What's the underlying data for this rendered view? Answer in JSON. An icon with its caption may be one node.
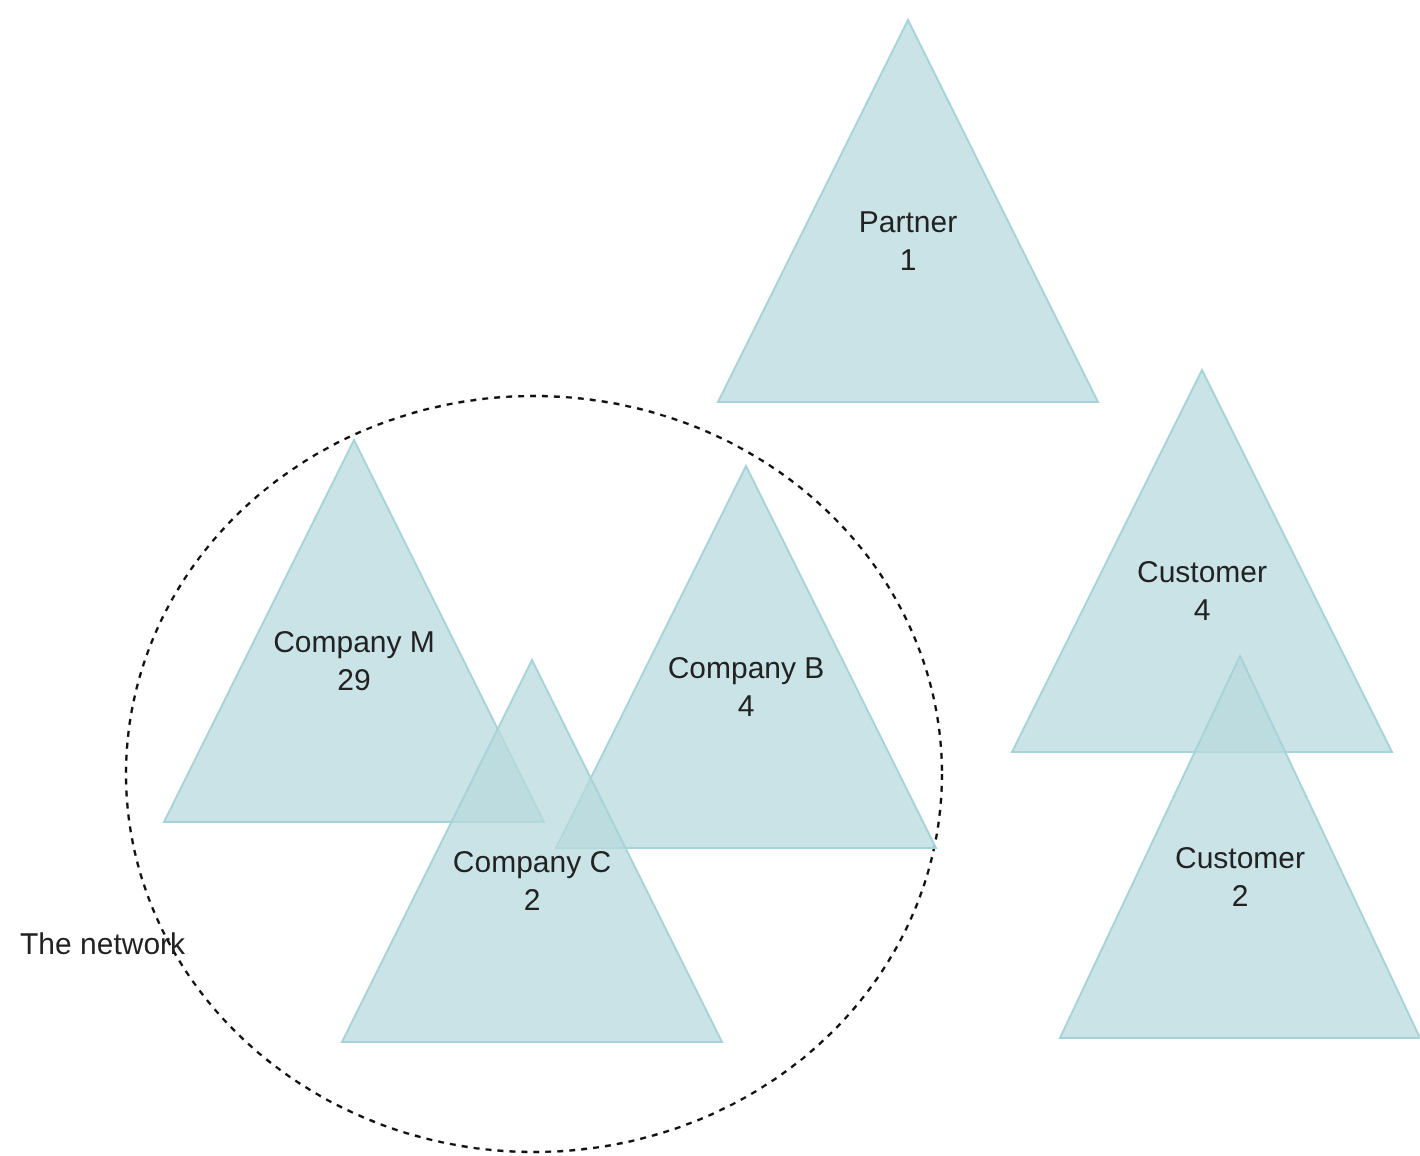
{
  "diagram": {
    "nodes": [
      {
        "text": [
          "Partner",
          "1"
        ]
      },
      {
        "text": [
          "The network"
        ]
      },
      {
        "text": [
          "Company M",
          "29"
        ],
        "in": 1
      },
      {
        "text": [
          "Company B",
          "4"
        ],
        "in": 1
      },
      {
        "text": [
          "Customer",
          "4"
        ]
      },
      {
        "text": [
          "Company C",
          "2"
        ],
        "in": 1
      },
      {
        "text": [
          "Customer",
          "2"
        ]
      }
    ]
  }
}
